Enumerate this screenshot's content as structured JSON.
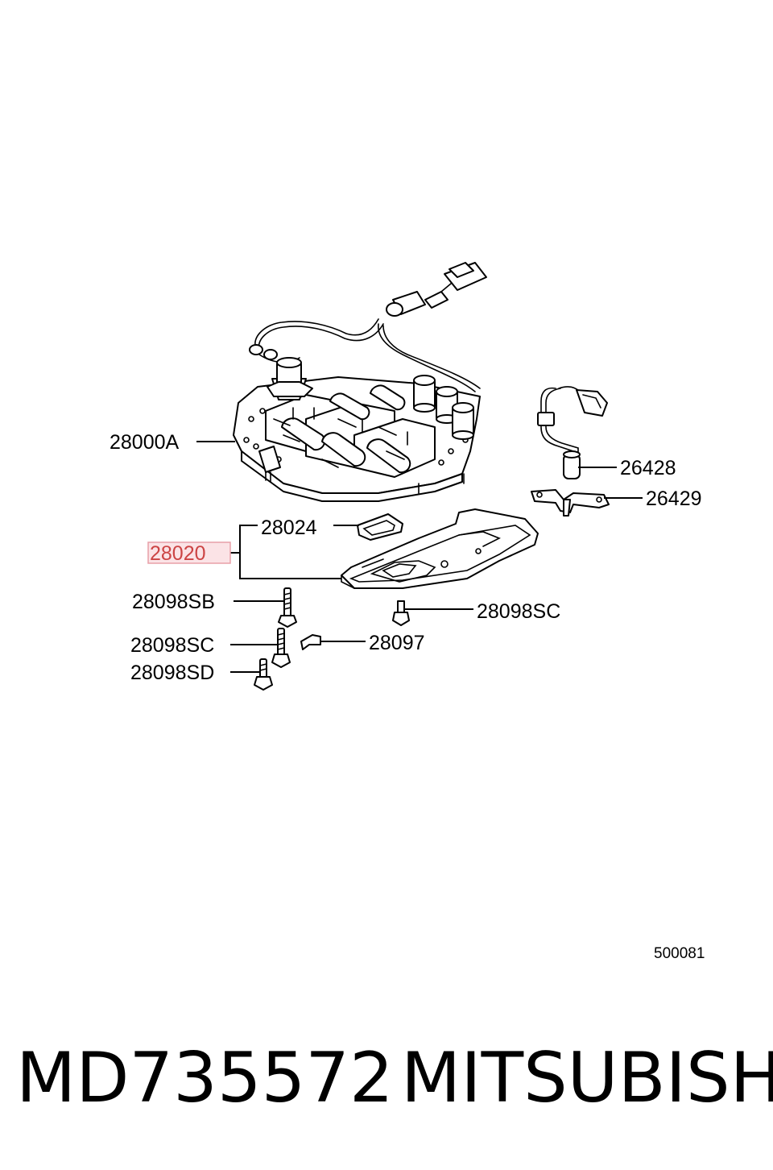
{
  "callouts": {
    "valve_body": "28000A",
    "sensor": "26428",
    "sensor_bracket": "26429",
    "gasket": "28024",
    "filter": "28020",
    "bolt_sb": "28098SB",
    "bolt_sc_right": "28098SC",
    "bolt_sc_left": "28098SC",
    "clip": "28097",
    "bolt_sd": "28098SD"
  },
  "highlight_color": "#e8a0a8",
  "diagram_code": "500081",
  "footer": {
    "part_number": "MD735572",
    "brand": "MITSUBISHI"
  }
}
